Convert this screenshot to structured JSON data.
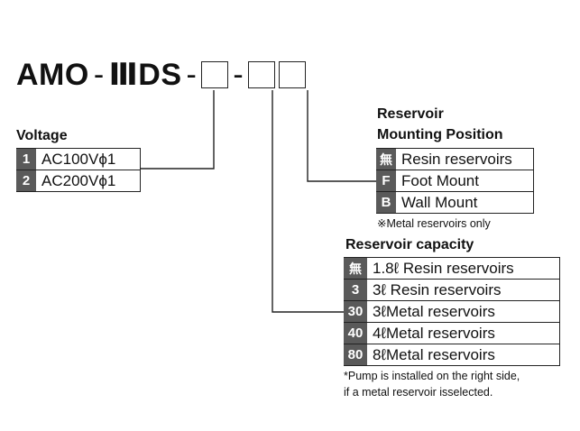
{
  "model": {
    "prefix": "AMO",
    "sep1": "-",
    "series": "ⅢDS",
    "sep2": "-",
    "sep3": "-"
  },
  "voltage": {
    "title": "Voltage",
    "options": [
      {
        "code": "1",
        "label": "AC100Vϕ1"
      },
      {
        "code": "2",
        "label": "AC200Vϕ1"
      }
    ]
  },
  "mounting": {
    "title_line1": "Reservoir",
    "title_line2": "Mounting Position",
    "options": [
      {
        "code": "無",
        "label": "Resin reservoirs"
      },
      {
        "code": "F",
        "label": "Foot Mount"
      },
      {
        "code": "B",
        "label": "Wall Mount"
      }
    ],
    "note": "※Metal reservoirs only"
  },
  "capacity": {
    "title": "Reservoir capacity",
    "options": [
      {
        "code": "無",
        "label": "1.8ℓ Resin reservoirs"
      },
      {
        "code": "3",
        "label": "3ℓ Resin reservoirs"
      },
      {
        "code": "30",
        "label": "3ℓMetal reservoirs"
      },
      {
        "code": "40",
        "label": "4ℓMetal reservoirs"
      },
      {
        "code": "80",
        "label": "8ℓMetal reservoirs"
      }
    ],
    "note_line1": "*Pump is installed on the right side,",
    "note_line2": "if a metal reservoir isselected."
  }
}
